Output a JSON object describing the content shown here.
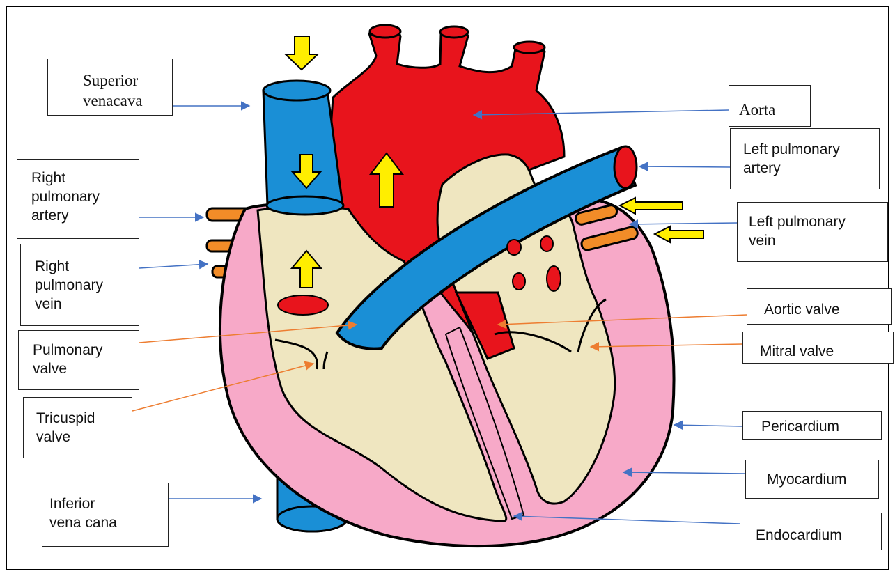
{
  "labels": {
    "superior_vena_cava": "Superior\nvenacava",
    "aorta": "Aorta",
    "left_pulmonary_artery": "Left pulmonary\nartery",
    "right_pulmonary_artery": "Right\npulmonary\nartery",
    "left_pulmonary_vein": "Left pulmonary\nvein",
    "right_pulmonary_vein": "Right\npulmonary\nvein",
    "aortic_valve": "Aortic valve",
    "pulmonary_valve": "Pulmonary\nvalve",
    "mitral_valve": "Mitral valve",
    "tricuspid_valve": "Tricuspid\nvalve",
    "pericardium": "Pericardium",
    "myocardium": "Myocardium",
    "inferior_vena_cava": "Inferior\nvena cana",
    "endocardium": "Endocardium"
  },
  "colors": {
    "deoxygenated_blood": "#1a8fd6",
    "oxygenated_blood": "#e8141c",
    "chamber_fill": "#efe6c0",
    "myocardium_fill": "#f7a9c8",
    "pulmonary_vessels": "#f28c28",
    "flow_arrows": "#ffee00",
    "pointer_blue": "#4472c4",
    "pointer_orange": "#ed7d31"
  },
  "icons": [
    "blood-flow-arrow",
    "leader-line"
  ]
}
